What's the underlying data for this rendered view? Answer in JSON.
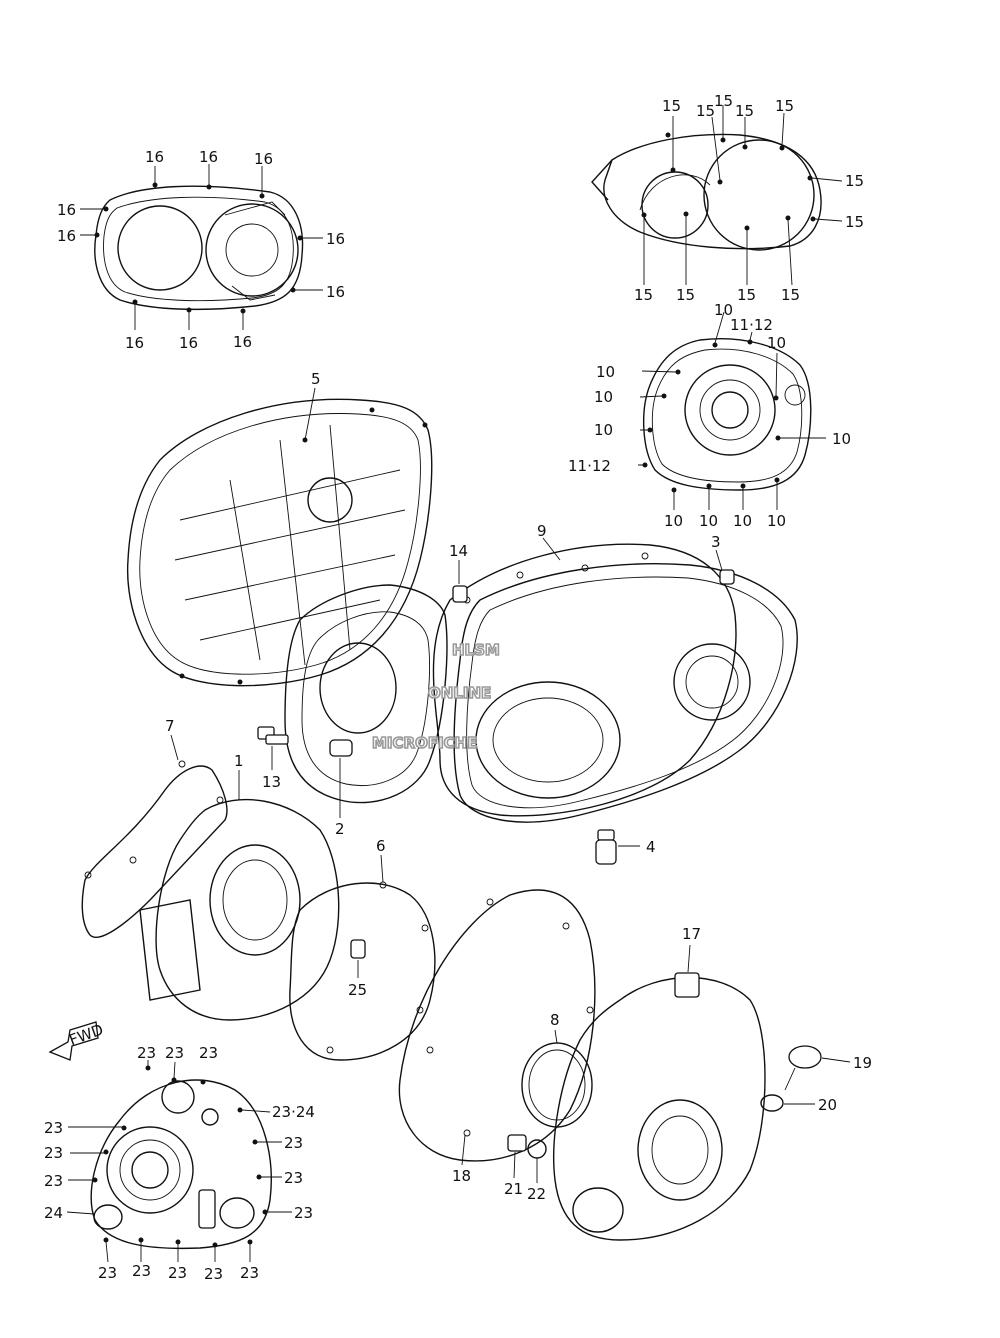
{
  "watermark": {
    "line1": "HLSM",
    "line2": "ONLINE",
    "line3": "MICROFICHE"
  },
  "arrow_label": "FWD",
  "callouts": [
    {
      "id": "c16a",
      "text": "16"
    },
    {
      "id": "c16b",
      "text": "16"
    },
    {
      "id": "c16c",
      "text": "16"
    },
    {
      "id": "c16d",
      "text": "16"
    },
    {
      "id": "c16e",
      "text": "16"
    },
    {
      "id": "c16f",
      "text": "16"
    },
    {
      "id": "c16g",
      "text": "16"
    },
    {
      "id": "c16h",
      "text": "16"
    },
    {
      "id": "c16i",
      "text": "16"
    },
    {
      "id": "c16j",
      "text": "16"
    },
    {
      "id": "c15a",
      "text": "15"
    },
    {
      "id": "c15b",
      "text": "15"
    },
    {
      "id": "c15c",
      "text": "15"
    },
    {
      "id": "c15d",
      "text": "15"
    },
    {
      "id": "c15e",
      "text": "15"
    },
    {
      "id": "c15f",
      "text": "15"
    },
    {
      "id": "c15g",
      "text": "15"
    },
    {
      "id": "c15h",
      "text": "15"
    },
    {
      "id": "c15i",
      "text": "15"
    },
    {
      "id": "c15j",
      "text": "15"
    },
    {
      "id": "c15k",
      "text": "15"
    },
    {
      "id": "c15l",
      "text": "15"
    },
    {
      "id": "c10a",
      "text": "10"
    },
    {
      "id": "c1112a",
      "text": "11·12"
    },
    {
      "id": "c10b",
      "text": "10"
    },
    {
      "id": "c10c",
      "text": "10"
    },
    {
      "id": "c10d",
      "text": "10"
    },
    {
      "id": "c10e",
      "text": "10"
    },
    {
      "id": "c10f",
      "text": "10"
    },
    {
      "id": "c1112b",
      "text": "11·12"
    },
    {
      "id": "c10g",
      "text": "10"
    },
    {
      "id": "c10h",
      "text": "10"
    },
    {
      "id": "c10i",
      "text": "10"
    },
    {
      "id": "c10j",
      "text": "10"
    },
    {
      "id": "c5",
      "text": "5"
    },
    {
      "id": "c14",
      "text": "14"
    },
    {
      "id": "c9",
      "text": "9"
    },
    {
      "id": "c3",
      "text": "3"
    },
    {
      "id": "c7",
      "text": "7"
    },
    {
      "id": "c13",
      "text": "13"
    },
    {
      "id": "c1",
      "text": "1"
    },
    {
      "id": "c2",
      "text": "2"
    },
    {
      "id": "c4",
      "text": "4"
    },
    {
      "id": "c6",
      "text": "6"
    },
    {
      "id": "c25",
      "text": "25"
    },
    {
      "id": "c17",
      "text": "17"
    },
    {
      "id": "c8",
      "text": "8"
    },
    {
      "id": "c19",
      "text": "19"
    },
    {
      "id": "c20",
      "text": "20"
    },
    {
      "id": "c18",
      "text": "18"
    },
    {
      "id": "c21",
      "text": "21"
    },
    {
      "id": "c22",
      "text": "22"
    },
    {
      "id": "c23a",
      "text": "23"
    },
    {
      "id": "c23b",
      "text": "23"
    },
    {
      "id": "c23c",
      "text": "23"
    },
    {
      "id": "c2324",
      "text": "23·24"
    },
    {
      "id": "c23d",
      "text": "23"
    },
    {
      "id": "c23e",
      "text": "23"
    },
    {
      "id": "c23f",
      "text": "23"
    },
    {
      "id": "c23g",
      "text": "23"
    },
    {
      "id": "c23h",
      "text": "23"
    },
    {
      "id": "c23i",
      "text": "23"
    },
    {
      "id": "c24",
      "text": "24"
    },
    {
      "id": "c23j",
      "text": "23"
    },
    {
      "id": "c23k",
      "text": "23"
    },
    {
      "id": "c23l",
      "text": "23"
    },
    {
      "id": "c23m",
      "text": "23"
    },
    {
      "id": "c23n",
      "text": "23"
    }
  ]
}
